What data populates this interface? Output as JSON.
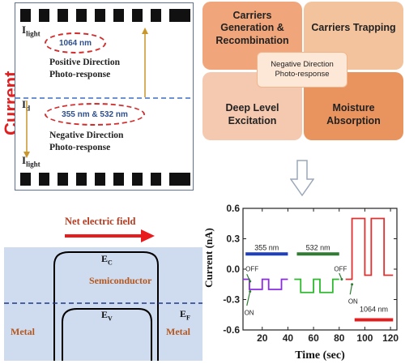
{
  "panel_a": {
    "axis_label": "Current",
    "i_light_top": "I",
    "i_light_top_sub": "light",
    "i_d": "I",
    "i_d_sub": "d",
    "i_light_bottom": "I",
    "i_light_bottom_sub": "light",
    "wavelength_positive": "1064 nm",
    "wavelength_negative": "355 nm & 532 nm",
    "positive_line1": "Positive Direction",
    "positive_line2": "Photo-response",
    "negative_line1": "Negative Direction",
    "negative_line2": "Photo-response"
  },
  "panel_b": {
    "top_left_line1": "Carriers",
    "top_left_line2": "Generation &",
    "top_left_line3": "Recombination",
    "top_right": "Carriers Trapping",
    "bottom_left_line1": "Deep Level",
    "bottom_left_line2": "Excitation",
    "bottom_right_line1": "Moisture",
    "bottom_right_line2": "Absorption",
    "center_line1": "Negative Direction",
    "center_line2": "Photo-response",
    "colors": {
      "top_left": "#f0a57a",
      "top_right": "#f3c39e",
      "bottom_left": "#f5c9b0",
      "bottom_right": "#e9935e",
      "center": "#fde7d6"
    }
  },
  "panel_c": {
    "field_label": "Net electric field",
    "ec_label": "E",
    "ec_sub": "C",
    "ev_label": "E",
    "ev_sub": "V",
    "ef_label": "E",
    "ef_sub": "F",
    "semiconductor_label": "Semiconductor",
    "metal_left": "Metal",
    "metal_right": "Metal"
  },
  "chart_data": {
    "type": "line",
    "xlabel": "Time (sec)",
    "ylabel": "Current  (nA)",
    "xlim": [
      5,
      125
    ],
    "ylim": [
      -0.6,
      0.6
    ],
    "xticks": [
      "20",
      "40",
      "60",
      "80",
      "100",
      "120"
    ],
    "yticks": [
      "0.6",
      "0.3",
      "0.0",
      "-0.3",
      "-0.6"
    ],
    "series": [
      {
        "name": "355 nm",
        "color": "#8a2be2",
        "x": [
          5,
          10,
          10,
          20,
          20,
          25,
          25,
          35,
          35,
          40
        ],
        "y": [
          -0.1,
          -0.1,
          -0.2,
          -0.2,
          -0.1,
          -0.1,
          -0.2,
          -0.2,
          -0.1,
          -0.1
        ]
      },
      {
        "name": "532 nm",
        "color": "#2eb82e",
        "x": [
          45,
          50,
          50,
          60,
          60,
          65,
          65,
          75,
          75,
          80
        ],
        "y": [
          -0.1,
          -0.1,
          -0.23,
          -0.23,
          -0.1,
          -0.1,
          -0.23,
          -0.23,
          -0.1,
          -0.1
        ]
      },
      {
        "name": "1064 nm",
        "color": "#e03030",
        "x": [
          85,
          90,
          90,
          100,
          100,
          105,
          105,
          115,
          115,
          122
        ],
        "y": [
          -0.1,
          -0.1,
          0.5,
          0.5,
          -0.06,
          -0.06,
          0.5,
          0.5,
          -0.06,
          -0.06
        ]
      }
    ],
    "legend": [
      {
        "label": "355 nm",
        "color": "#1f3fbf",
        "x": [
          7,
          40
        ],
        "y": 0.15
      },
      {
        "label": "532 nm",
        "color": "#2e7d32",
        "x": [
          47,
          80
        ],
        "y": 0.15
      },
      {
        "label": "1064 nm",
        "color": "#e02020",
        "x": [
          92,
          122
        ],
        "y": -0.5
      }
    ],
    "annotations": [
      {
        "text": "OFF",
        "color": "#2e7d32"
      },
      {
        "text": "ON",
        "color": "#2e7d32"
      },
      {
        "text": "OFF",
        "color": "#2e7d32"
      },
      {
        "text": "ON",
        "color": "#2e7d32"
      }
    ]
  }
}
